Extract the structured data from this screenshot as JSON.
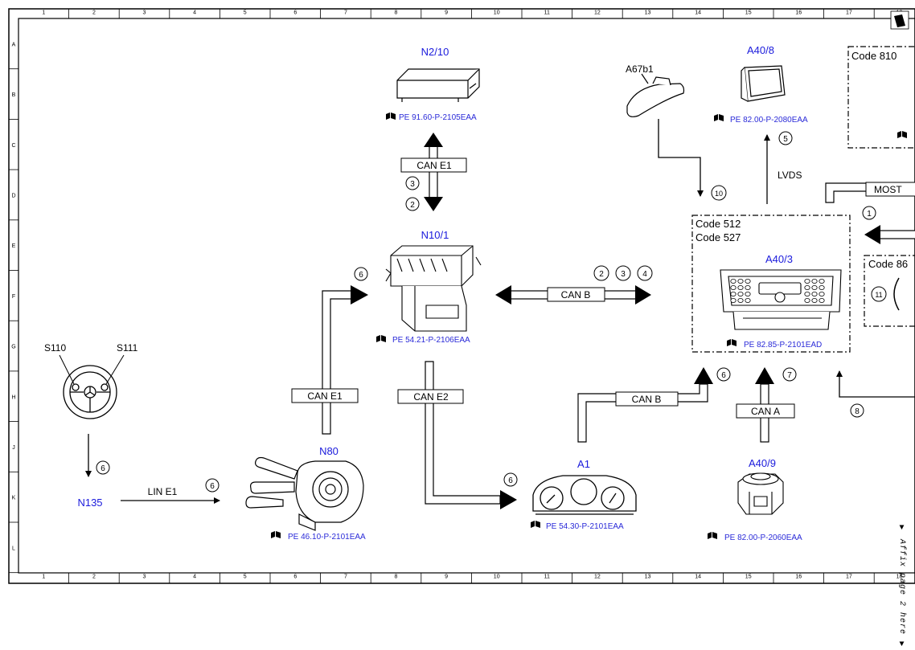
{
  "grid": {
    "columns": [
      "1",
      "2",
      "3",
      "4",
      "5",
      "6",
      "7",
      "8",
      "9",
      "10",
      "11",
      "12",
      "13",
      "14",
      "15",
      "16",
      "17",
      "18"
    ],
    "rows": [
      "A",
      "B",
      "C",
      "D",
      "E",
      "F",
      "G",
      "H",
      "J",
      "K",
      "L"
    ]
  },
  "components": {
    "n2_10": {
      "code": "N2/10",
      "ref": "PE 91.60-P-2105EAA"
    },
    "n10_1": {
      "code": "N10/1",
      "ref": "PE 54.21-P-2106EAA"
    },
    "a67b1": {
      "code": "A67b1"
    },
    "a40_8": {
      "code": "A40/8",
      "ref": "PE 82.00-P-2080EAA"
    },
    "a40_3": {
      "code": "A40/3",
      "ref": "PE 82.85-P-2101EAD"
    },
    "a40_9": {
      "code": "A40/9",
      "ref": "PE 82.00-P-2060EAA"
    },
    "a1": {
      "code": "A1",
      "ref": "PE 54.30-P-2101EAA"
    },
    "n80": {
      "code": "N80",
      "ref": "PE 46.10-P-2101EAA"
    },
    "n135": {
      "code": "N135"
    },
    "s110": {
      "code": "S110"
    },
    "s111": {
      "code": "S111"
    }
  },
  "code_boxes": {
    "code810": "Code 810",
    "code512": "Code 512",
    "code527": "Code 527",
    "code86": "Code 86"
  },
  "buses": {
    "can_e1_top": "CAN E1",
    "can_b_mid": "CAN B",
    "can_e1_left": "CAN E1",
    "can_e2": "CAN E2",
    "can_b_low": "CAN B",
    "can_a": "CAN A",
    "lin_e1": "LIN E1",
    "lvds": "LVDS",
    "most": "MOST"
  },
  "markers": {
    "m1": "1",
    "m2": "2",
    "m3": "3",
    "m4": "4",
    "m5": "5",
    "m6": "6",
    "m7": "7",
    "m8": "8",
    "m10": "10",
    "m11": "11"
  },
  "side_note": "▼ Affix page 2 here ▼",
  "colors": {
    "code_text": "#1a1adc",
    "ref_text": "#2a2ad8",
    "line": "#000000",
    "background": "#ffffff"
  }
}
